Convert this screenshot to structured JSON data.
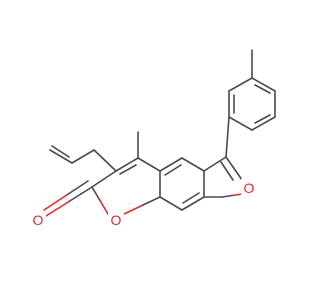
{
  "molecule": {
    "atoms": {
      "o_carbonyl": "O",
      "o_ring_pyran": "O",
      "o_ring_furan": "O"
    }
  },
  "colors": {
    "bond": "#4a4a4a",
    "oxygen": "#e8262a",
    "background": "#ffffff"
  }
}
